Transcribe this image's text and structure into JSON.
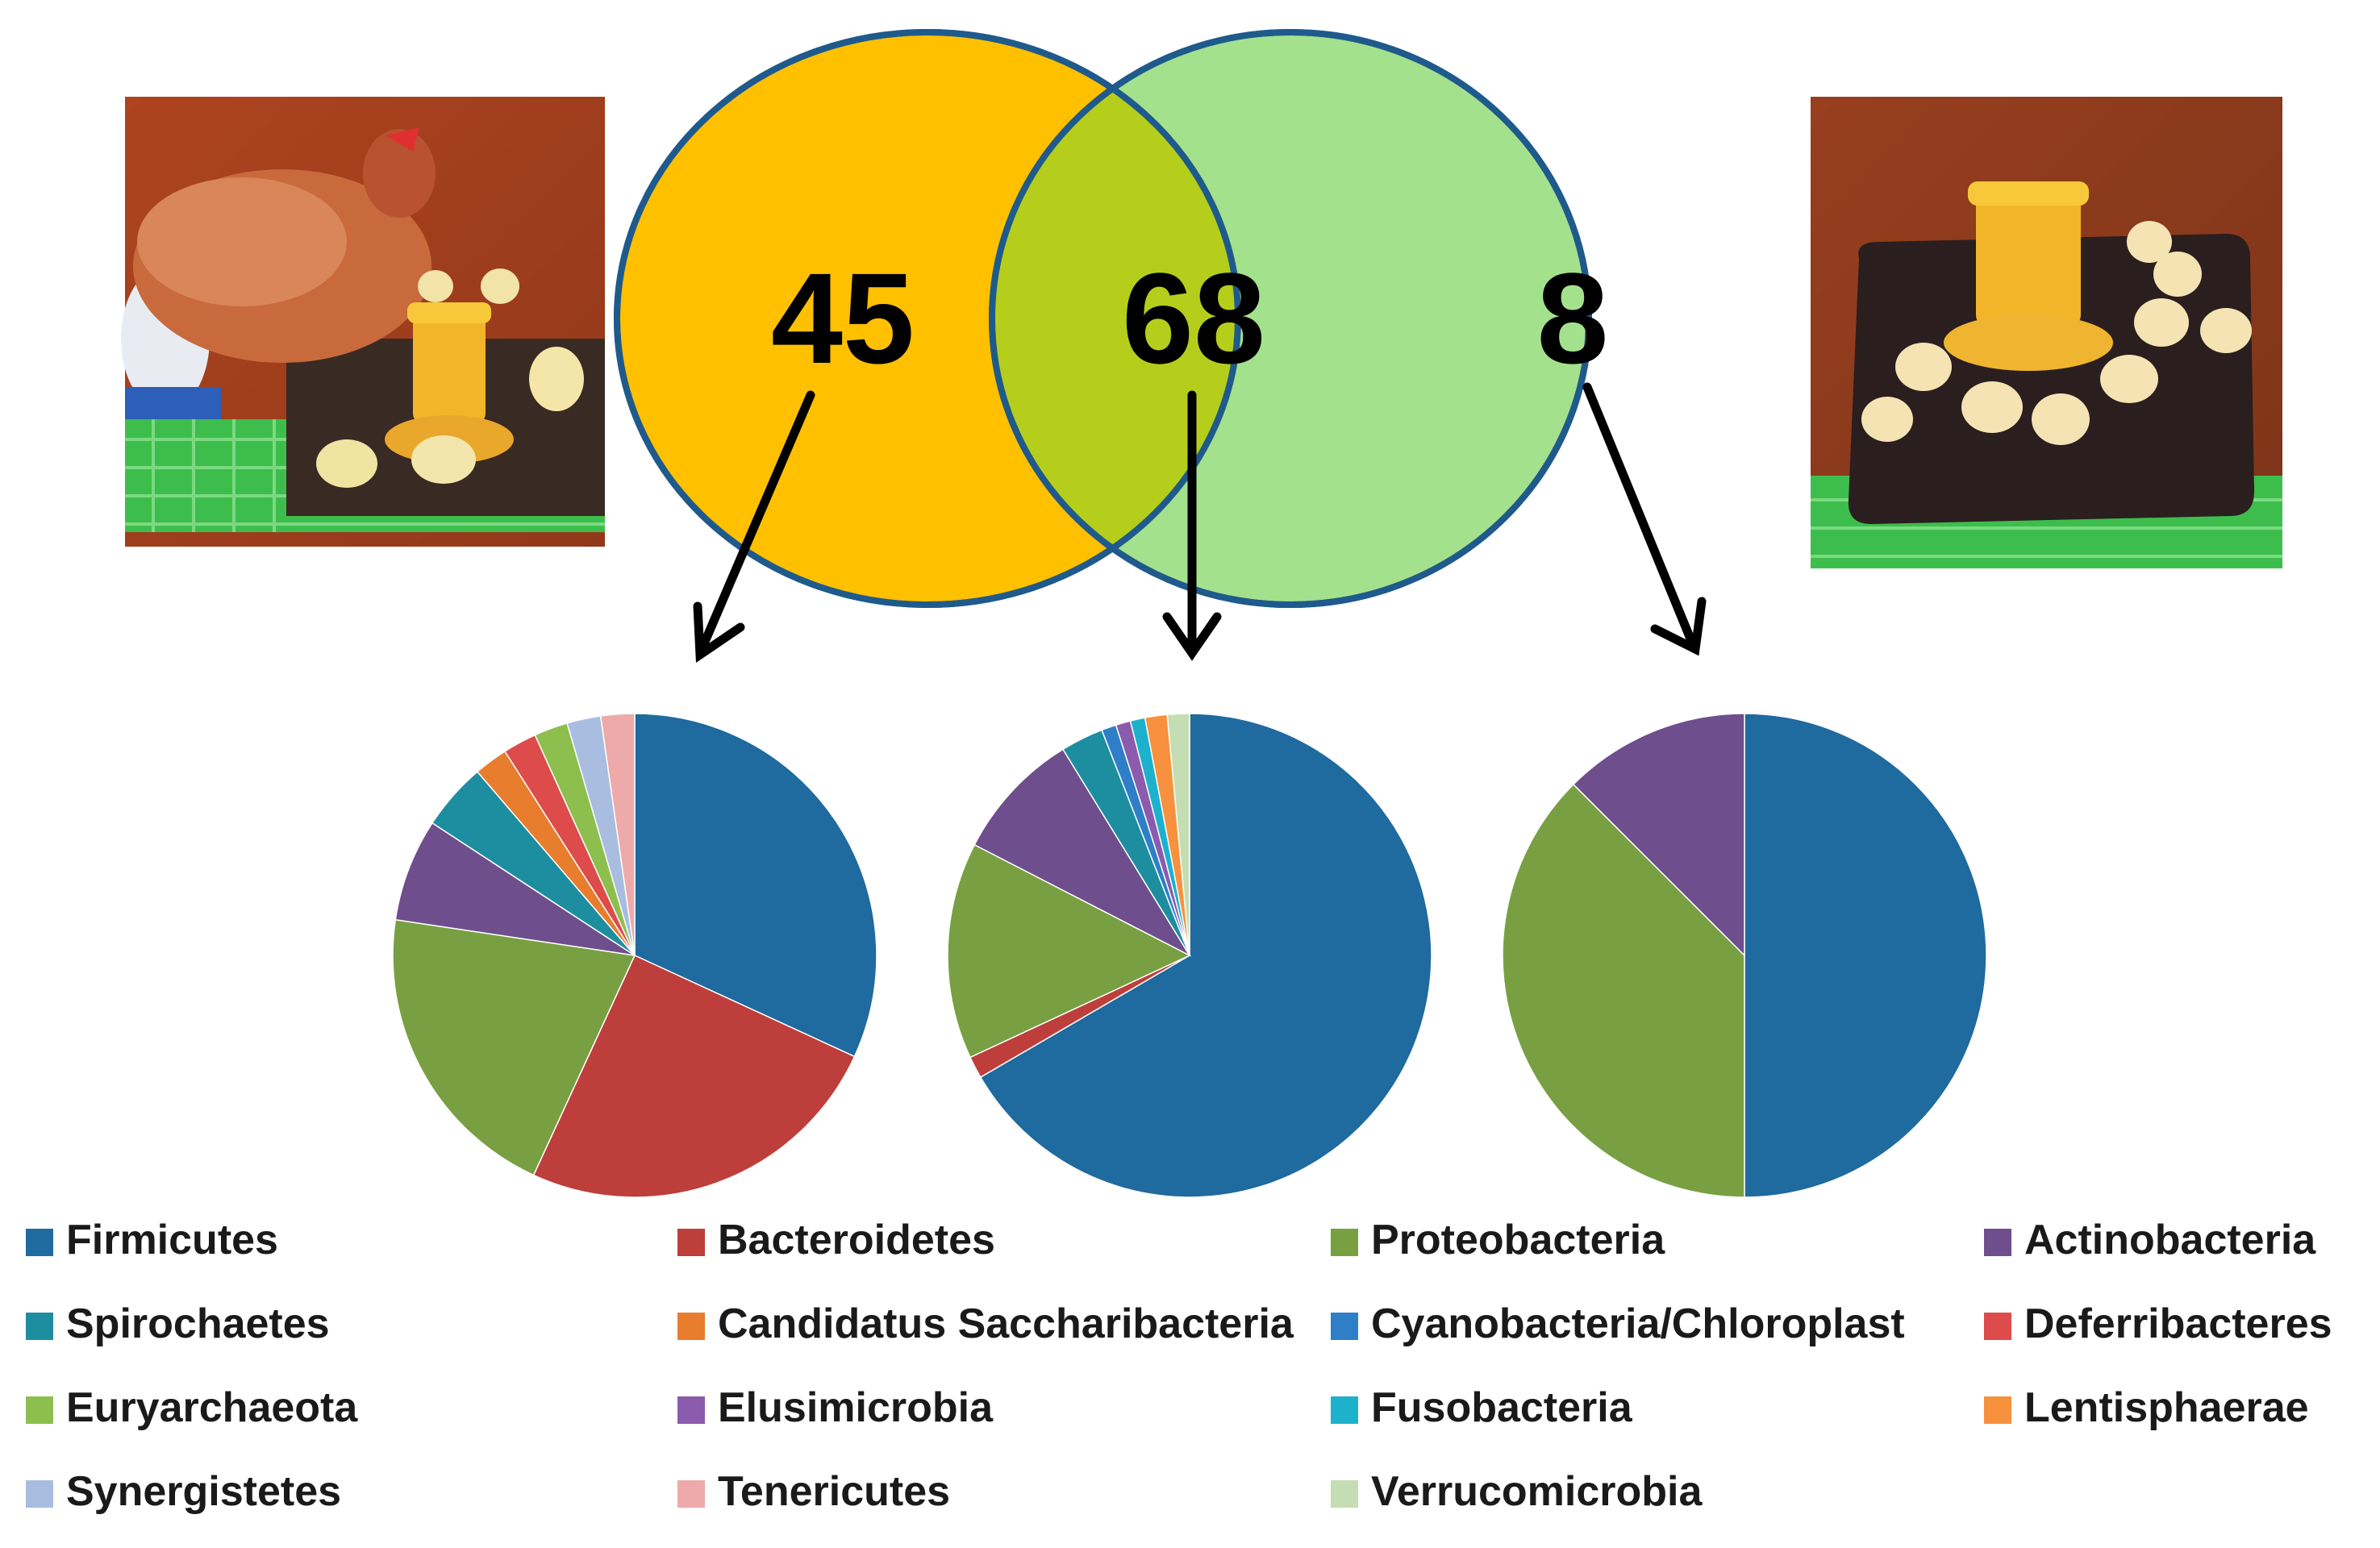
{
  "venn": {
    "left": {
      "value": "45",
      "color": "#FFC000"
    },
    "overlap": {
      "value": "68",
      "color": "#B5CE1B"
    },
    "right": {
      "value": "8",
      "color": "#A4E18C"
    },
    "outline_color": "#1F5A8C"
  },
  "photos": {
    "left": {
      "description": "hen-with-chicks-photo"
    },
    "right": {
      "description": "chicks-only-photo"
    }
  },
  "chart_data": [
    {
      "type": "pie",
      "group": "45",
      "slices": [
        {
          "label": "Firmicutes",
          "value": 31.1
        },
        {
          "label": "Bacteroidetes",
          "value": 24.4
        },
        {
          "label": "Proteobacteria",
          "value": 20.0
        },
        {
          "label": "Actinobacteria",
          "value": 6.7
        },
        {
          "label": "Spirochaetes",
          "value": 4.4
        },
        {
          "label": "Candidatus Saccharibacteria",
          "value": 2.2
        },
        {
          "label": "Deferribacteres",
          "value": 2.2
        },
        {
          "label": "Euryarchaeota",
          "value": 2.2
        },
        {
          "label": "Synergistetes",
          "value": 2.2
        },
        {
          "label": "Tenericutes",
          "value": 2.2
        }
      ]
    },
    {
      "type": "pie",
      "group": "68",
      "slices": [
        {
          "label": "Firmicutes",
          "value": 67.6
        },
        {
          "label": "Bacteroidetes",
          "value": 1.5
        },
        {
          "label": "Proteobacteria",
          "value": 14.7
        },
        {
          "label": "Actinobacteria",
          "value": 8.8
        },
        {
          "label": "Spirochaetes",
          "value": 2.9
        },
        {
          "label": "Cyanobacteria/Chloroplast",
          "value": 1.0
        },
        {
          "label": "Elusimicrobia",
          "value": 1.0
        },
        {
          "label": "Fusobacteria",
          "value": 1.0
        },
        {
          "label": "Lentisphaerae",
          "value": 1.5
        },
        {
          "label": "Verrucomicrobia",
          "value": 1.5
        }
      ]
    },
    {
      "type": "pie",
      "group": "8",
      "slices": [
        {
          "label": "Firmicutes",
          "value": 50.0
        },
        {
          "label": "Proteobacteria",
          "value": 37.5
        },
        {
          "label": "Actinobacteria",
          "value": 12.5
        }
      ]
    }
  ],
  "legend": [
    {
      "label": "Firmicutes",
      "color": "#1F6A9E"
    },
    {
      "label": "Bacteroidetes",
      "color": "#BE3E3B"
    },
    {
      "label": "Proteobacteria",
      "color": "#78A042"
    },
    {
      "label": "Actinobacteria",
      "color": "#6E4E8C"
    },
    {
      "label": "Spirochaetes",
      "color": "#1C8EA0"
    },
    {
      "label": "Candidatus Saccharibacteria",
      "color": "#E87D2E"
    },
    {
      "label": "Cyanobacteria/Chloroplast",
      "color": "#2E7FC8"
    },
    {
      "label": "Deferribacteres",
      "color": "#DE4B4B"
    },
    {
      "label": "Euryarchaeota",
      "color": "#8DBF4E"
    },
    {
      "label": "Elusimicrobia",
      "color": "#8B5BAE"
    },
    {
      "label": "Fusobacteria",
      "color": "#1DB1CC"
    },
    {
      "label": "Lentisphaerae",
      "color": "#F7913D"
    },
    {
      "label": "Synergistetes",
      "color": "#A9BDE0"
    },
    {
      "label": "Tenericutes",
      "color": "#EEAAAB"
    },
    {
      "label": "Verrucomicrobia",
      "color": "#C5DDB2"
    }
  ]
}
